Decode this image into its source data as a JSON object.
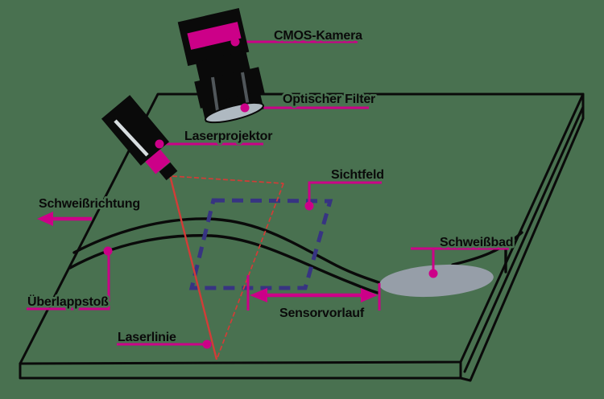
{
  "background_color": "#497150",
  "colors": {
    "bg": "#497150",
    "black": "#0a0a0a",
    "magenta": "#cc0088",
    "laser_red": "#d23c37",
    "fov_blue": "#373482",
    "pool_gray": "#969ea8",
    "filter_gray": "#afb9c1",
    "stripe_white": "#d8dde0"
  },
  "labels": {
    "cmos_camera": "CMOS-Kamera",
    "optical_filter": "Optischer Filter",
    "laser_projector": "Laserprojektor",
    "field_of_view": "Sichtfeld",
    "welding_direction": "Schweißrichtung",
    "overlap_joint": "Überlappstoß",
    "laser_line": "Laserlinie",
    "sensor_lead": "Sensorvorlauf",
    "weld_pool": "Schweißbad"
  }
}
